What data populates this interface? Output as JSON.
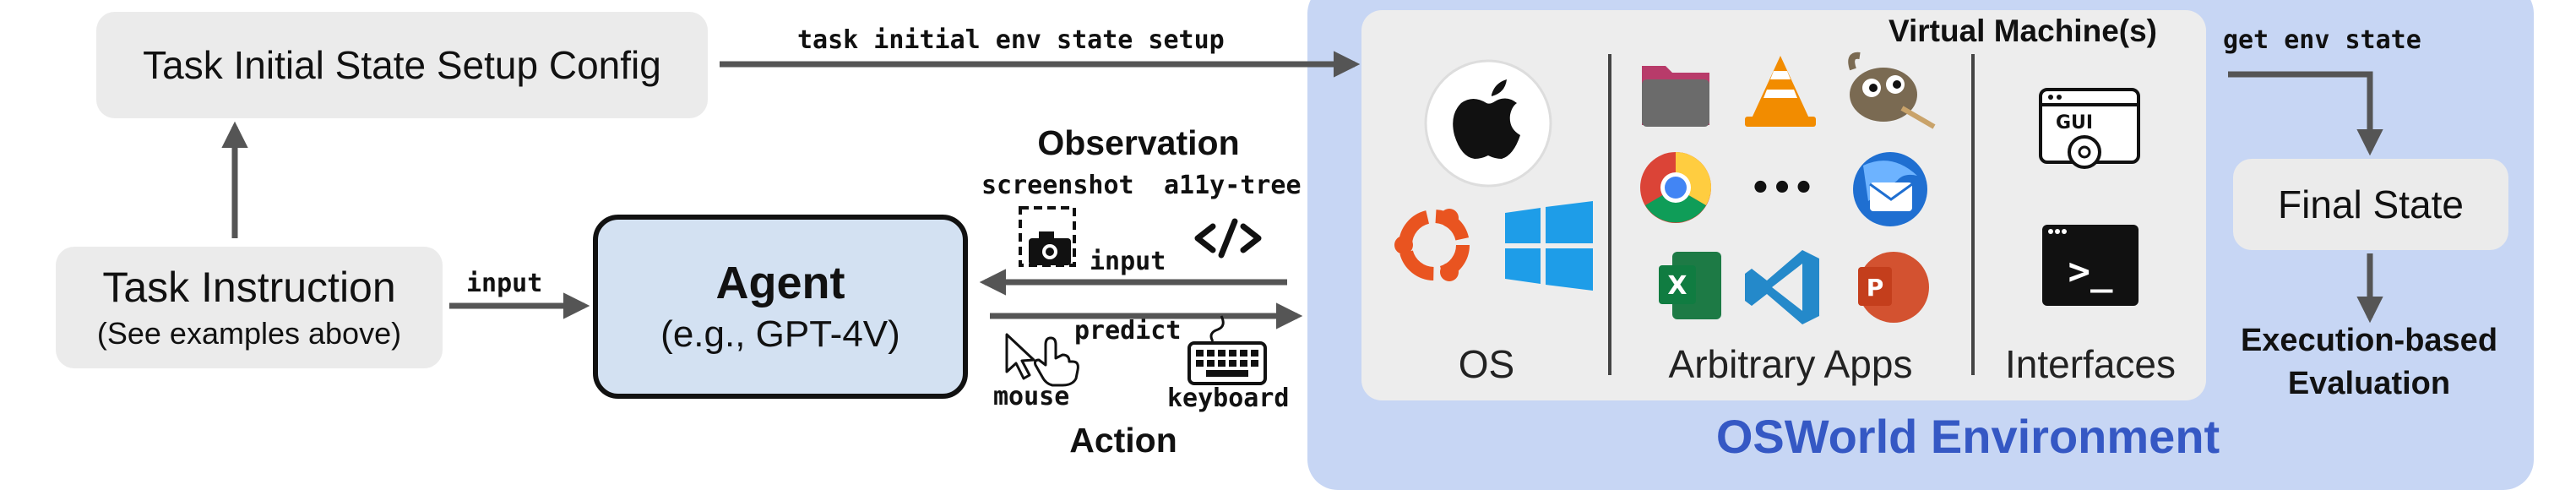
{
  "setup_box": {
    "label": "Task Initial State Setup Config"
  },
  "setup_arrow": {
    "label": "task initial env state setup"
  },
  "instruction_box": {
    "title": "Task Instruction",
    "subtitle": "(See examples above)"
  },
  "instruction_arrow": {
    "label": "input"
  },
  "agent": {
    "title": "Agent",
    "subtitle": "(e.g., GPT-4V)"
  },
  "observation": {
    "title": "Observation",
    "screenshot_label": "screenshot",
    "tree_label": "a11y-tree",
    "tree_glyph": "</>",
    "arrow_label": "input"
  },
  "action": {
    "title": "Action",
    "arrow_label": "predict",
    "mouse_label": "mouse",
    "keyboard_label": "keyboard"
  },
  "vm": {
    "title": "Virtual Machine(s)",
    "os_label": "OS",
    "apps_label": "Arbitrary Apps",
    "apps_more": "•••",
    "interfaces_label": "Interfaces",
    "gui_label": "GUI",
    "terminal_prompt": ">_"
  },
  "environment": {
    "label": "OSWorld Environment"
  },
  "get_state": {
    "label": "get env state"
  },
  "final_state": {
    "label": "Final State"
  },
  "evaluation": {
    "line1": "Execution-based",
    "line2": "Evaluation"
  },
  "colors": {
    "env_bg": "#c7d6f4",
    "env_title": "#3558c4",
    "agent_bg": "#d3e1f2",
    "box_gray": "#ebebeb",
    "arrow": "#555555"
  },
  "icons": [
    "apple-icon",
    "ubuntu-icon",
    "windows-icon",
    "folder-icon",
    "vlc-icon",
    "gimp-icon",
    "chrome-icon",
    "thunderbird-icon",
    "excel-icon",
    "vscode-icon",
    "powerpoint-icon",
    "gui-settings-icon",
    "terminal-icon",
    "camera-icon",
    "code-icon",
    "cursor-icon",
    "hand-icon",
    "keyboard-icon"
  ]
}
